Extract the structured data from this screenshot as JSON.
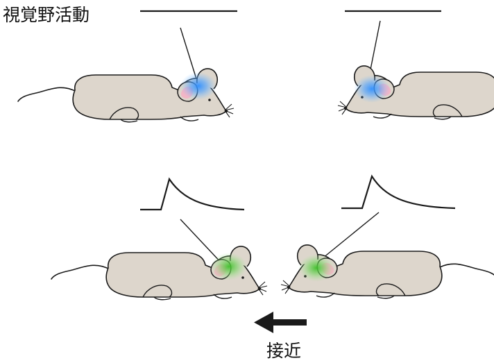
{
  "labels": {
    "top_left": "視覚野活動",
    "bottom_arrow": "接近"
  },
  "colors": {
    "mouse_body": "#ddd6cc",
    "mouse_outline": "#1a1a1a",
    "ear_inner": "#f2b6c6",
    "glow_idle": "#2f8fff",
    "glow_approach": "#4fc43a"
  },
  "panels": [
    {
      "state": "baseline",
      "trace": "flat",
      "glow": "glow_idle"
    },
    {
      "state": "baseline",
      "trace": "flat",
      "glow": "glow_idle"
    },
    {
      "state": "approach",
      "trace": "transient",
      "glow": "glow_approach"
    },
    {
      "state": "approach",
      "trace": "transient",
      "glow": "glow_approach"
    }
  ]
}
